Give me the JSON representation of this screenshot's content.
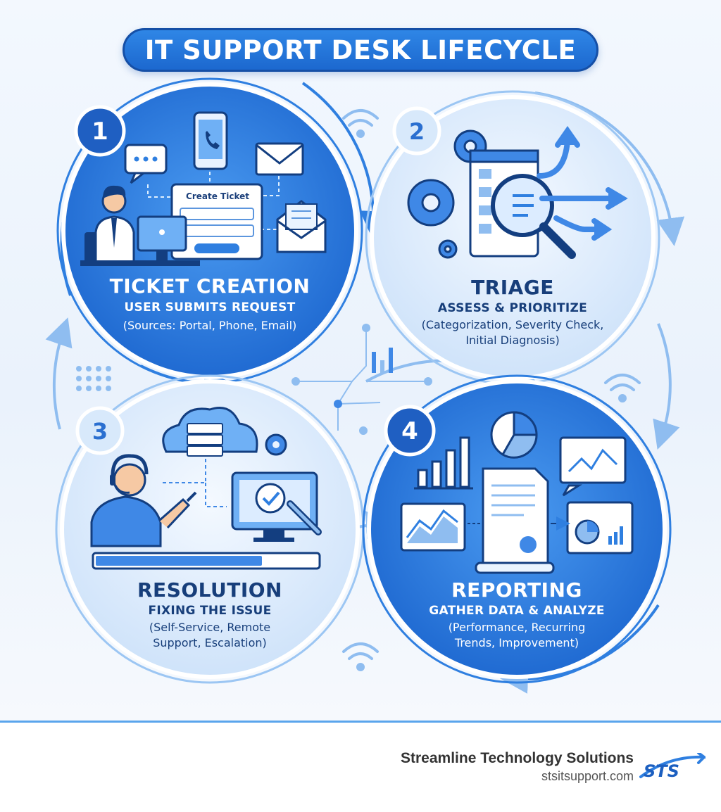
{
  "title": "IT SUPPORT DESK LIFECYCLE",
  "stages": [
    {
      "number": "1",
      "heading": "TICKET CREATION",
      "subheading": "USER SUBMITS REQUEST",
      "details": [
        "(Sources: Portal, Phone, Email)"
      ]
    },
    {
      "number": "2",
      "heading": "TRIAGE",
      "subheading": "ASSESS & PRIORITIZE",
      "details": [
        "(Categorization, Severity Check,",
        "Initial Diagnosis)"
      ]
    },
    {
      "number": "3",
      "heading": "RESOLUTION",
      "subheading": "FIXING THE ISSUE",
      "details": [
        "(Self-Service, Remote",
        "Support, Escalation)"
      ]
    },
    {
      "number": "4",
      "heading": "REPORTING",
      "subheading": "GATHER DATA & ANALYZE",
      "details": [
        "(Performance, Recurring",
        "Trends, Improvement)"
      ]
    }
  ],
  "ticket_form_label": "Create Ticket",
  "brand": {
    "name": "Streamline Technology Solutions",
    "url": "stsitsupport.com",
    "logo_text": "STS"
  },
  "colors": {
    "primary": "#1f6fd6",
    "dark": "#154fa6",
    "light": "#dbeafb",
    "text": "#173e7a"
  },
  "icons": [
    "chat-icon",
    "phone-icon",
    "email-icon",
    "open-envelope-icon",
    "user-at-computer-icon",
    "gear-icon",
    "document-magnifier-icon",
    "arrows-icon",
    "wifi-icon",
    "cloud-server-icon",
    "headset-agent-icon",
    "monitor-checkmark-wrench-icon",
    "progress-bar",
    "bar-chart-icon",
    "pie-chart-icon",
    "report-document-icon",
    "line-chart-icon",
    "dashboard-icon",
    "network-nodes-icon"
  ]
}
